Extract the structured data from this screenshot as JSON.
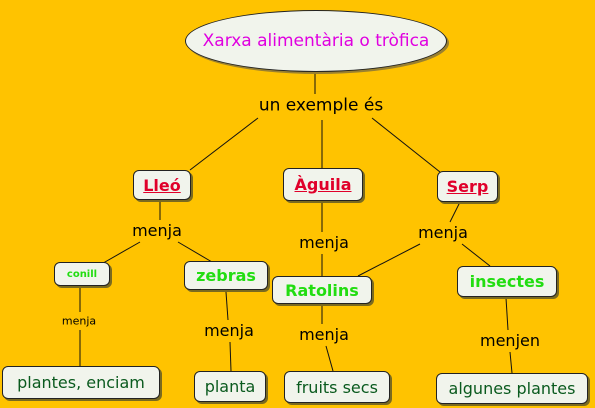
{
  "diagram": {
    "title": "Xarxa alimentària o tròfica",
    "link_example": "un exemple és",
    "predators": {
      "lleo": "Lleó",
      "aguila": "Àguila",
      "serp": "Serp"
    },
    "links": {
      "lleo_menja": "menja",
      "aguila_menja": "menja",
      "serp_menja": "menja",
      "conill_menja": "menja",
      "zebres_menja": "menja",
      "ratolins_menja": "menja",
      "insectes_menjen": "menjen"
    },
    "prey": {
      "conill": "conill",
      "zebres": "zebras",
      "ratolins": "Ratolins",
      "insectes": "insectes"
    },
    "food": {
      "plantes_enciam": "plantes, enciam",
      "planta": "planta",
      "fruits_secs": "fruits secs",
      "algunes_plantes": "algunes plantes"
    },
    "colors": {
      "background": "#FFC300",
      "node_fill": "#F1F4EC",
      "title_text": "#E000E0",
      "predator_text": "#E0002A",
      "prey_text": "#22DD11",
      "food_text": "#0A5A1E"
    }
  }
}
